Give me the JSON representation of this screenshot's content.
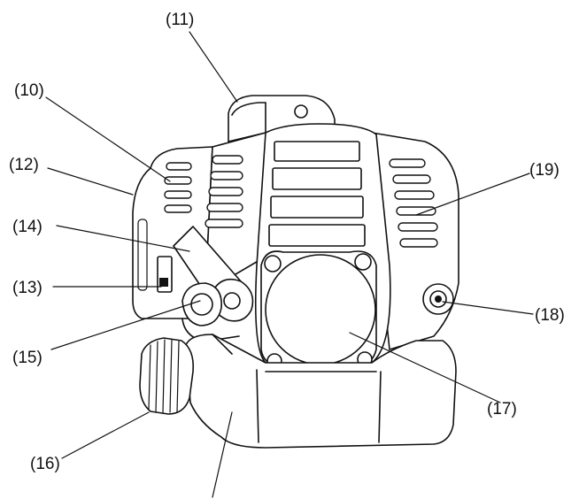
{
  "callouts": [
    {
      "id": "11",
      "text": "(11)"
    },
    {
      "id": "10",
      "text": "(10)"
    },
    {
      "id": "12",
      "text": "(12)"
    },
    {
      "id": "19",
      "text": "(19)"
    },
    {
      "id": "14",
      "text": "(14)"
    },
    {
      "id": "13",
      "text": "(13)"
    },
    {
      "id": "18",
      "text": "(18)"
    },
    {
      "id": "15",
      "text": "(15)"
    },
    {
      "id": "17",
      "text": "(17)"
    },
    {
      "id": "16",
      "text": "(16)"
    }
  ]
}
